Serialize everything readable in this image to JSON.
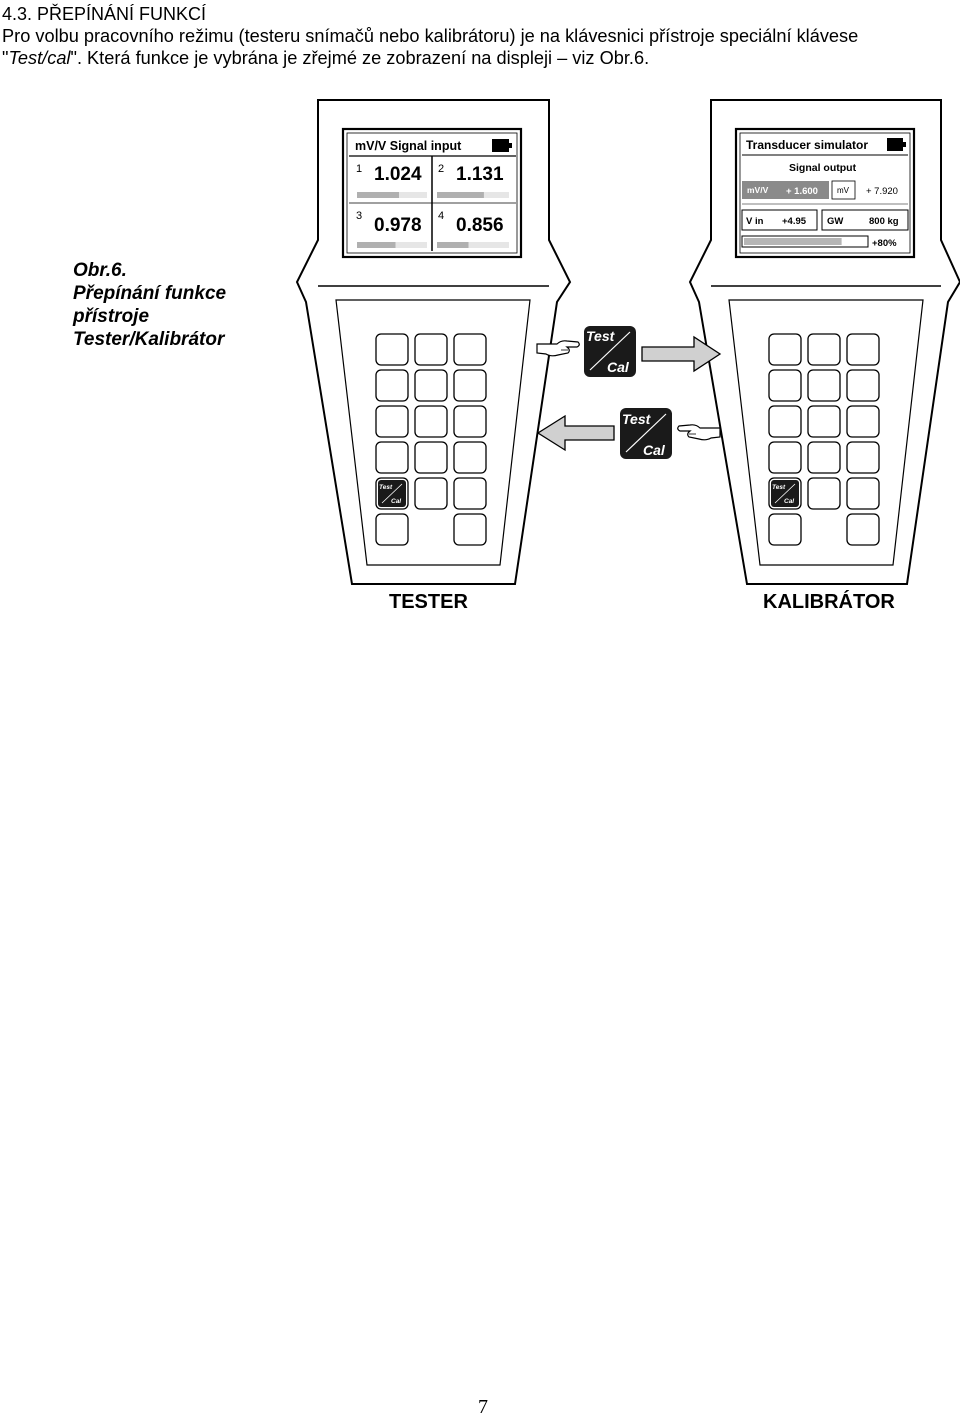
{
  "section_heading": "4.3. PŘEPÍNÁNÍ FUNKCÍ",
  "paragraph": {
    "line1": "Pro volbu pracovního režimu (testeru snímačů nebo kalibrátoru) je na klávesnici přístroje speciální klávese",
    "line2_pre": "\"",
    "line2_key": "Test/cal",
    "line2_post": "\". Která funkce je vybrána je zřejmé ze zobrazení na displeji – viz Obr.6."
  },
  "caption": {
    "number": "Obr.6.",
    "line1": "Přepínání funkce",
    "line2": "přístroje",
    "line3": "Tester/Kalibrátor"
  },
  "tester": {
    "label": "TESTER",
    "screen_title": "mV/V Signal input",
    "channels": [
      {
        "num": "1",
        "value": "1.024",
        "level": 0.6
      },
      {
        "num": "2",
        "value": "1.131",
        "level": 0.67
      },
      {
        "num": "3",
        "value": "0.978",
        "level": 0.55
      },
      {
        "num": "4",
        "value": "0.856",
        "level": 0.45
      }
    ]
  },
  "calibrator": {
    "label": "KALIBRÁTOR",
    "screen_title": "Transducer simulator",
    "subtitle": "Signal output",
    "row1": {
      "unit": "mV/V",
      "value": "+ 1.600",
      "unit2": "mV",
      "value2": "+ 7.920"
    },
    "row2": {
      "label": "V in",
      "value": "+4.95",
      "label2": "GW",
      "value2": "800 kg"
    },
    "progress": {
      "percent_text": "+80%",
      "level": 0.8
    }
  },
  "key": {
    "top": "Test",
    "bottom": "Cal"
  },
  "page_number": "7"
}
